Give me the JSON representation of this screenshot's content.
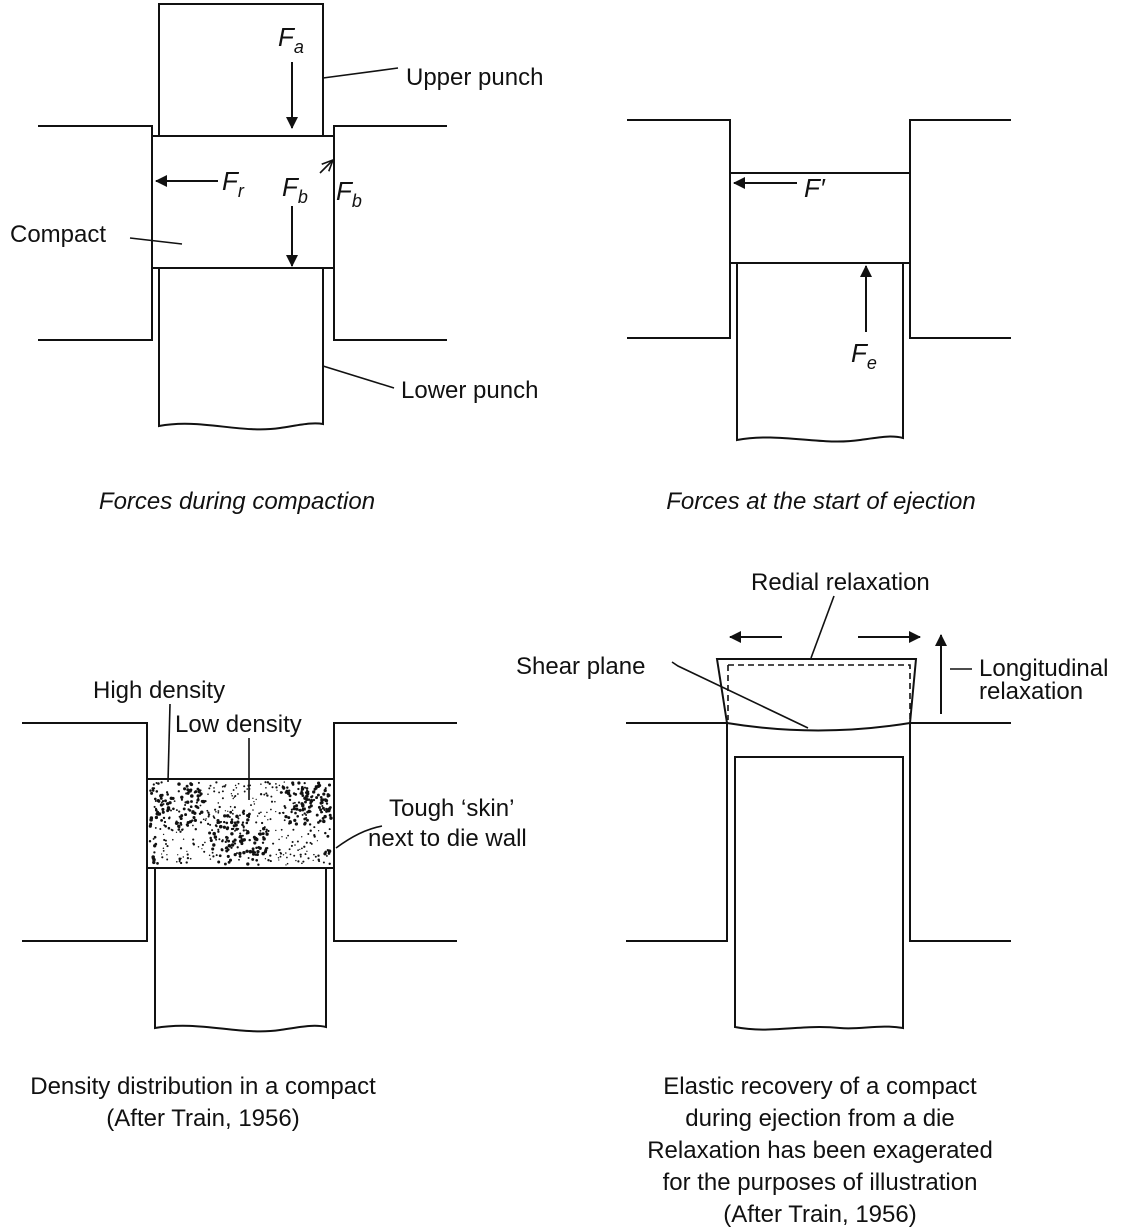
{
  "panel1": {
    "labels": {
      "upper_punch": "Upper punch",
      "lower_punch": "Lower punch",
      "compact": "Compact"
    },
    "forces": {
      "fa": {
        "main": "F",
        "sub": "a"
      },
      "fr": {
        "main": "F",
        "sub": "r"
      },
      "fb_left": {
        "main": "F",
        "sub": "b"
      },
      "fb_right": {
        "main": "F",
        "sub": "b"
      }
    },
    "caption": "Forces during compaction"
  },
  "panel2": {
    "forces": {
      "f_prime": "F′",
      "fe": {
        "main": "F",
        "sub": "e"
      }
    },
    "caption": "Forces at the start of ejection"
  },
  "panel3": {
    "labels": {
      "high_density": "High density",
      "low_density": "Low density",
      "tough_skin_1": "Tough ‘skin’",
      "tough_skin_2": "next to die wall"
    },
    "caption_1": "Density distribution in a compact",
    "caption_2": "(After Train, 1956)"
  },
  "panel4": {
    "labels": {
      "radial_relaxation": "Redial relaxation",
      "shear_plane": "Shear plane",
      "longitudinal_1": "Longitudinal",
      "longitudinal_2": "relaxation"
    },
    "caption_1": "Elastic recovery of a compact",
    "caption_2": "during ejection from a die",
    "caption_3": "Relaxation has been exagerated",
    "caption_4": "for the purposes of illustration",
    "caption_5": "(After Train, 1956)"
  }
}
